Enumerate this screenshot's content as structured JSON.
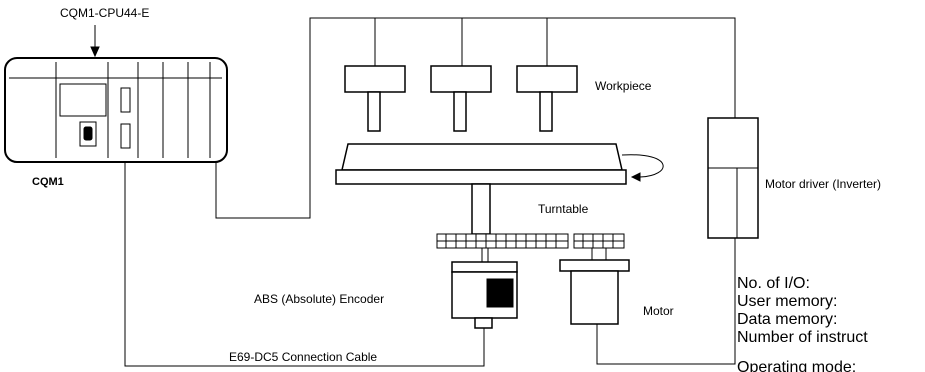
{
  "labels": {
    "plc_model": "CQM1-CPU44-E",
    "plc_name": "CQM1",
    "workpiece": "Workpiece",
    "turntable": "Turntable",
    "motor_driver": "Motor driver (Inverter)",
    "encoder": "ABS (Absolute) Encoder",
    "motor": "Motor",
    "cable": "E69-DC5 Connection Cable"
  },
  "spec_list": [
    "No. of I/O:",
    "User memory:",
    "Data memory:",
    "Number of instruct",
    "Operating mode:"
  ]
}
